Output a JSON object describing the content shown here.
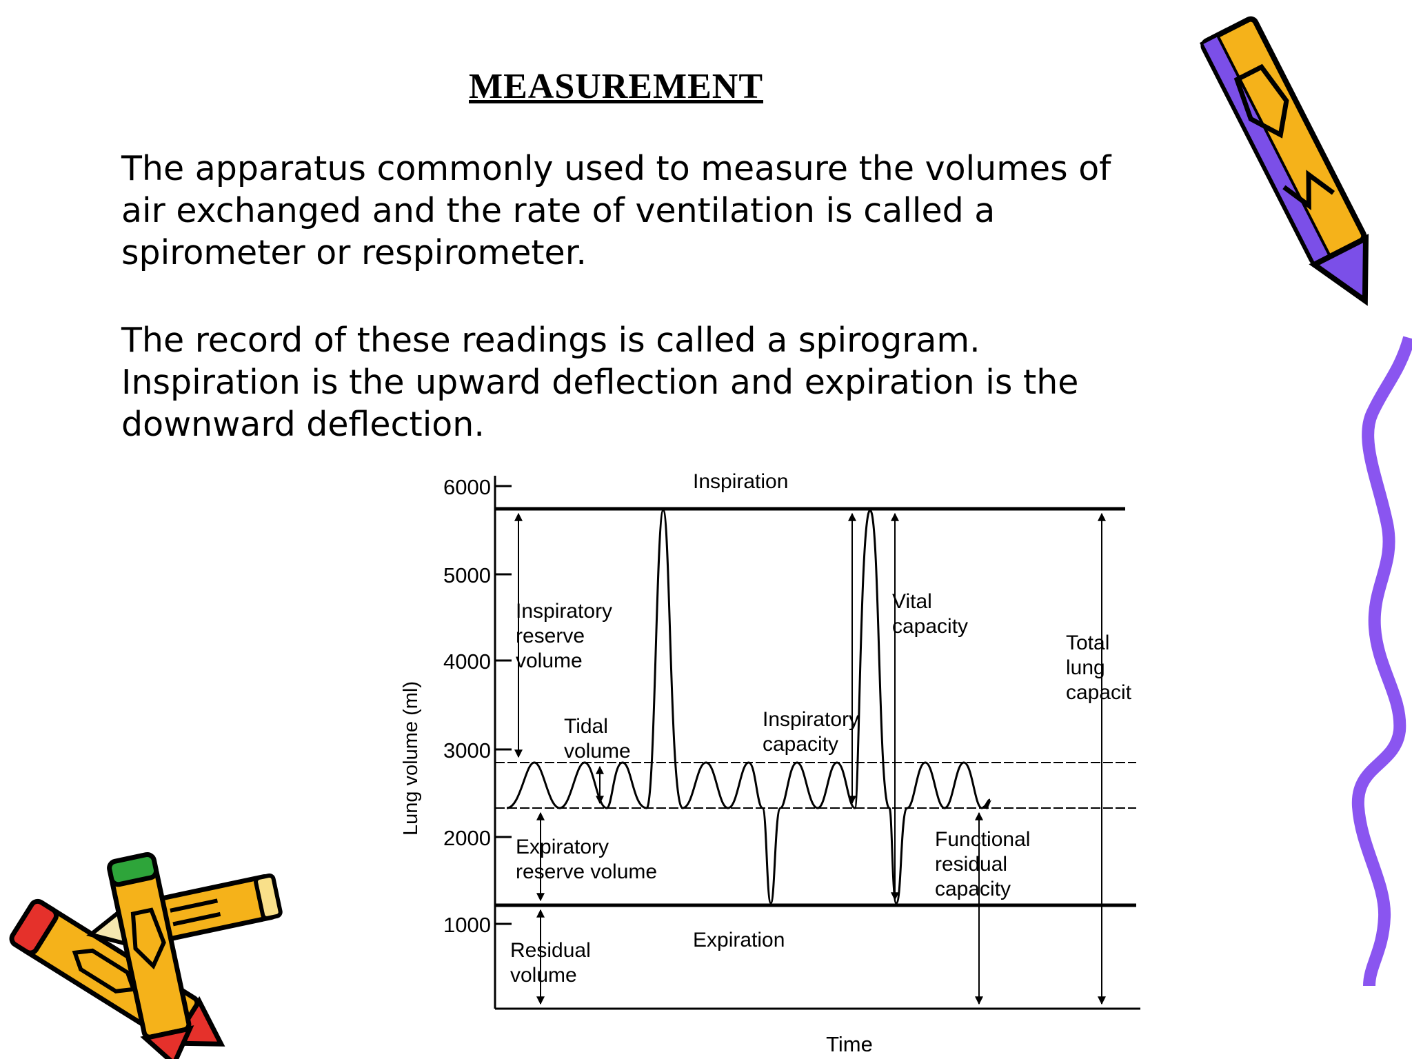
{
  "slide": {
    "title": "MEASUREMENT",
    "paragraph1": "The apparatus commonly used to measure the volumes of air exchanged and the rate of ventilation is called a spirometer or respirometer.",
    "paragraph2_line1": "The record of these readings is called a spirogram.",
    "paragraph2_line2": "Inspiration is the upward deflection and expiration is the downward deflection."
  },
  "diagram": {
    "y_axis_label": "Lung volume (ml)",
    "x_axis_label": "Time",
    "y_ticks": [
      "6000",
      "5000",
      "4000",
      "3000",
      "2000",
      "1000"
    ],
    "top_label": "Inspiration",
    "bottom_label": "Expiration",
    "labels": {
      "irv_1": "Inspiratory",
      "irv_2": "reserve",
      "irv_3": "volume",
      "tidal_1": "Tidal",
      "tidal_2": "volume",
      "vital_1": "Vital",
      "vital_2": "capacity",
      "ic_1": "Inspiratory",
      "ic_2": "capacity",
      "tlc_1": "Total",
      "tlc_2": "lung",
      "tlc_3": "capacit",
      "erv_1": "Expiratory",
      "erv_2": "reserve volume",
      "frc_1": "Functional",
      "frc_2": "residual",
      "frc_3": "capacity",
      "rv_1": "Residual",
      "rv_2": "volume"
    }
  },
  "colors": {
    "pencil_yellow": "#F5B21A",
    "pencil_purple": "#7B4FE8",
    "pencil_red": "#E5312B",
    "pencil_green": "#2EA53A",
    "squiggle": "#8A55F0"
  }
}
